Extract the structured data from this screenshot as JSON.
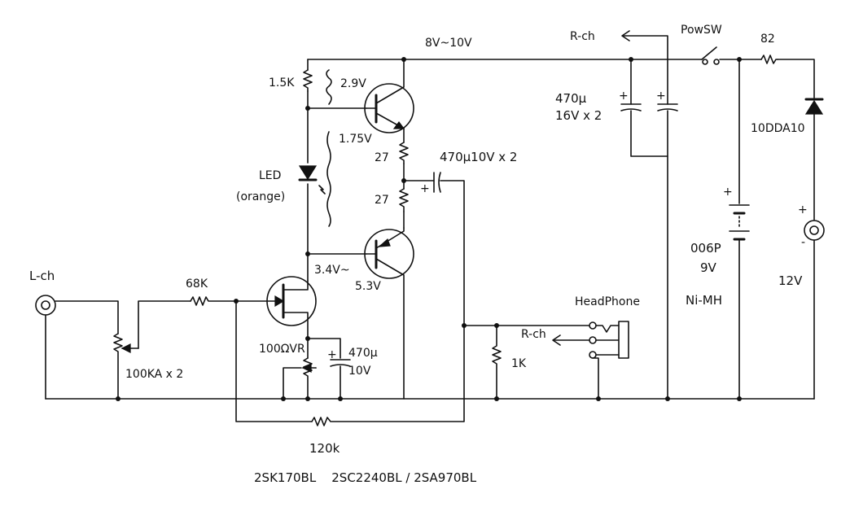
{
  "labels": {
    "rail_voltage": "8V~10V",
    "rch_top": "R-ch",
    "pow_sw": "PowSW",
    "r82": "82",
    "cap_top": "470μ",
    "cap_top2": "16V x 2",
    "diode": "10DDA10",
    "r15k": "1.5K",
    "v29": "2.9V",
    "v175": "1.75V",
    "r27a": "27",
    "r27b": "27",
    "cap_out": "470μ10V x 2",
    "led": "LED",
    "led_color": "(orange)",
    "v34": "3.4V~",
    "v53": "5.3V",
    "lch": "L-ch",
    "r68k": "68K",
    "pot": "100KA x 2",
    "vr": "100ΩVR",
    "cap_src": "470μ",
    "cap_src_v": "10V",
    "r1k": "1K",
    "headphone": "HeadPhone",
    "rch_hp": "R-ch",
    "batt_type": "006P",
    "batt_v": "9V",
    "batt_chem": "Ni-MH",
    "dc_v": "12V",
    "r120k": "120k",
    "parts": "2SK170BL    2SC2240BL / 2SA970BL",
    "plus": "+",
    "minus": "-"
  }
}
